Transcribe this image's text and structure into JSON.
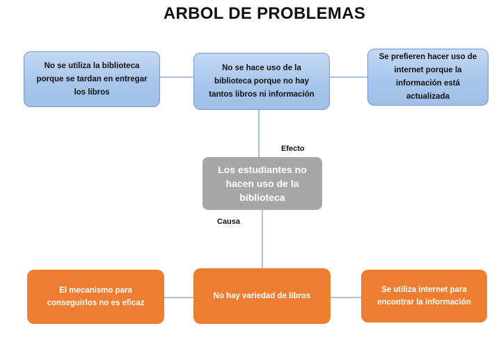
{
  "title": "ARBOL DE PROBLEMAS",
  "effects": {
    "left": "No se utiliza la biblioteca porque se tardan en entregar los libros",
    "center": "No se hace uso de la biblioteca porque no hay tantos libros ni información",
    "right": "Se prefieren hacer uso de internet porque la información está actualizada"
  },
  "problem": "Los estudiantes no hacen uso de la biblioteca",
  "labels": {
    "effect": "Efecto",
    "cause": "Causa"
  },
  "causes": {
    "left": "El mecanismo para conseguirlos no es eficaz",
    "center": "No hay variedad de libros",
    "right": "Se utiliza internet para encontrar la información"
  },
  "colors": {
    "effect_fill": "#a8c6eb",
    "effect_border": "#6f96cd",
    "problem_fill": "#a6a6a6",
    "cause_fill": "#ed7d31",
    "connector": "#5b7fb8"
  }
}
